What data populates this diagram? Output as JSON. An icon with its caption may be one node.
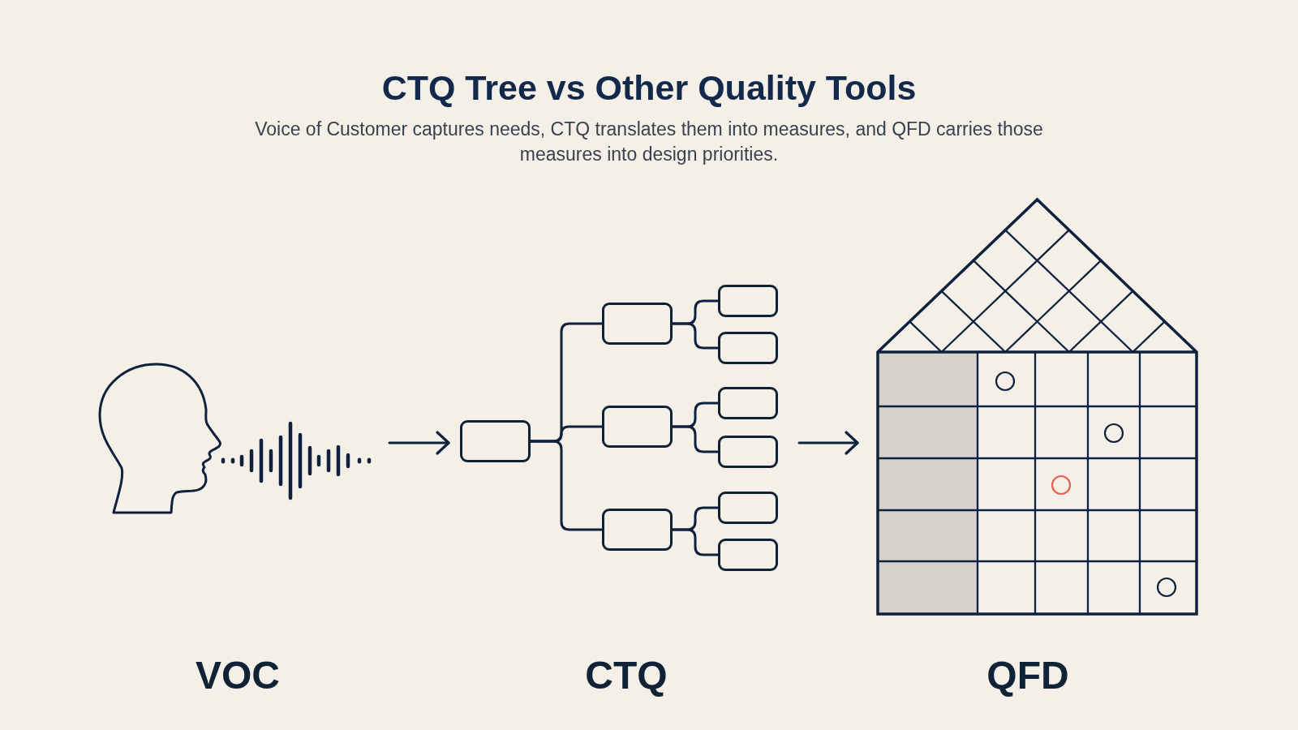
{
  "diagram": {
    "title": "CTQ Tree vs Other Quality Tools",
    "caption": "Voice of Customer captures needs, CTQ translates them into measures, and QFD carries those measures into design priorities.",
    "nodes": [
      {
        "text": [
          "VOC"
        ]
      },
      {
        "text": [
          "CTQ"
        ]
      },
      {
        "text": [],
        "shape": "box",
        "in": 1
      },
      {
        "text": [],
        "shape": "box",
        "in": 1
      },
      {
        "text": [],
        "shape": "box",
        "in": 1
      },
      {
        "text": [],
        "shape": "box",
        "in": 1
      },
      {
        "text": [],
        "shape": "box",
        "in": 1
      },
      {
        "text": [],
        "shape": "box",
        "in": 1
      },
      {
        "text": [],
        "shape": "box",
        "in": 1
      },
      {
        "text": [],
        "shape": "box",
        "in": 1
      },
      {
        "text": [],
        "shape": "box",
        "in": 1
      },
      {
        "text": [],
        "shape": "box",
        "in": 1
      },
      {
        "text": [
          "QFD"
        ]
      }
    ],
    "edges": [
      {
        "from": 0,
        "to": 1,
        "arrow": "to"
      },
      {
        "from": 2,
        "to": 3,
        "arrow": "none"
      },
      {
        "from": 2,
        "to": 4,
        "arrow": "none"
      },
      {
        "from": 2,
        "to": 5,
        "arrow": "none"
      },
      {
        "from": 3,
        "to": 6,
        "arrow": "none"
      },
      {
        "from": 3,
        "to": 7,
        "arrow": "none"
      },
      {
        "from": 4,
        "to": 8,
        "arrow": "none"
      },
      {
        "from": 4,
        "to": 9,
        "arrow": "none"
      },
      {
        "from": 5,
        "to": 10,
        "arrow": "none"
      },
      {
        "from": 5,
        "to": 11,
        "arrow": "none"
      },
      {
        "from": 1,
        "to": 12,
        "arrow": "to"
      }
    ]
  }
}
